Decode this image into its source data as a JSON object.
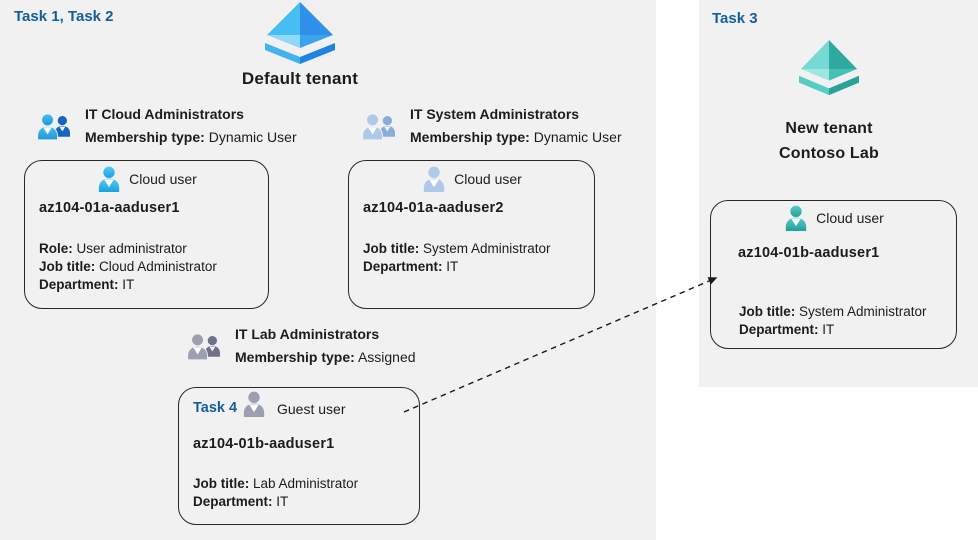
{
  "colors": {
    "panel_bg": "#f1f1f1",
    "task_accent": "#155e9e",
    "card_border": "#282828",
    "text": "#1c1c1c",
    "cloud_user_blue": "#2fb0e8",
    "cloud_user_pale": "#afcae9",
    "guest_user_gray": "#9c9fb1",
    "cloud_user_teal": "#3ab5ad"
  },
  "left_panel": {
    "task_label": "Task 1, Task 2",
    "tenant": {
      "icon": "azure-ad-tenant-icon",
      "name": "Default tenant"
    },
    "groups": [
      {
        "icon": "user-group-icon",
        "name": "IT Cloud Administrators",
        "membership_label": "Membership type:",
        "membership_value": "Dynamic User"
      },
      {
        "icon": "user-group-icon",
        "name": "IT System Administrators",
        "membership_label": "Membership type:",
        "membership_value": "Dynamic User"
      },
      {
        "icon": "user-group-icon",
        "name": "IT Lab Administrators",
        "membership_label": "Membership type:",
        "membership_value": "Assigned"
      }
    ],
    "cards": [
      {
        "icon": "cloud-user-icon",
        "user_type": "Cloud user",
        "name": "az104-01a-aaduser1",
        "lines": [
          {
            "label": "Role:",
            "value": "User administrator"
          },
          {
            "label": "Job title:",
            "value": "Cloud Administrator"
          },
          {
            "label": "Department:",
            "value": "IT"
          }
        ]
      },
      {
        "icon": "cloud-user-icon",
        "user_type": "Cloud user",
        "name": "az104-01a-aaduser2",
        "lines": [
          {
            "label": "Job title:",
            "value": "System Administrator"
          },
          {
            "label": "Department:",
            "value": "IT"
          }
        ]
      },
      {
        "task_label": "Task 4",
        "icon": "guest-user-icon",
        "user_type": "Guest user",
        "name": "az104-01b-aaduser1",
        "lines": [
          {
            "label": "Job title:",
            "value": "Lab Administrator"
          },
          {
            "label": "Department:",
            "value": "IT"
          }
        ]
      }
    ]
  },
  "right_panel": {
    "task_label": "Task 3",
    "tenant": {
      "icon": "azure-ad-tenant-icon-teal",
      "name_line1": "New tenant",
      "name_line2": "Contoso Lab"
    },
    "card": {
      "icon": "cloud-user-icon",
      "user_type": "Cloud user",
      "name": "az104-01b-aaduser1",
      "lines": [
        {
          "label": "Job title:",
          "value": "System Administrator"
        },
        {
          "label": "Department:",
          "value": "IT"
        }
      ]
    }
  },
  "connector": {
    "type": "dashed-arrow",
    "from": "guest-user-card",
    "to": "new-tenant-cloud-user-card"
  }
}
